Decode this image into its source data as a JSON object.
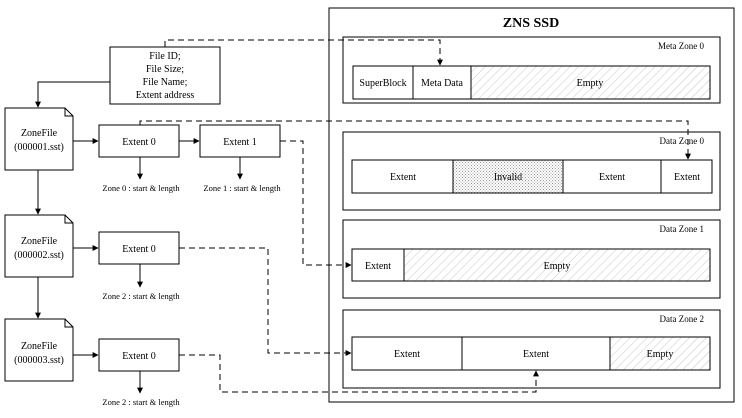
{
  "ssd": {
    "title": "ZNS SSD",
    "zones": [
      {
        "label": "Meta Zone 0",
        "cells": [
          {
            "label": "SuperBlock",
            "fill": "plain"
          },
          {
            "label": "Meta Data",
            "fill": "plain"
          },
          {
            "label": "Empty",
            "fill": "hatch"
          }
        ]
      },
      {
        "label": "Data Zone 0",
        "cells": [
          {
            "label": "Extent",
            "fill": "plain"
          },
          {
            "label": "Invalid",
            "fill": "dots"
          },
          {
            "label": "Extent",
            "fill": "plain"
          },
          {
            "label": "Extent",
            "fill": "plain"
          }
        ]
      },
      {
        "label": "Data Zone 1",
        "cells": [
          {
            "label": "Extent",
            "fill": "plain"
          },
          {
            "label": "Empty",
            "fill": "hatch"
          }
        ]
      },
      {
        "label": "Data Zone 2",
        "cells": [
          {
            "label": "Extent",
            "fill": "plain"
          },
          {
            "label": "Extent",
            "fill": "plain"
          },
          {
            "label": "Empty",
            "fill": "hatch"
          }
        ]
      }
    ]
  },
  "metadata_box": {
    "lines": [
      "File ID;",
      "File Size;",
      "File Name;",
      "Extent address"
    ]
  },
  "zonefiles": [
    {
      "name": "ZoneFile",
      "id": "(000001.sst)"
    },
    {
      "name": "ZoneFile",
      "id": "(000002.sst)"
    },
    {
      "name": "ZoneFile",
      "id": "(000003.sst)"
    }
  ],
  "extents": [
    {
      "label": "Extent 0",
      "caption": "Zone 0 : start & length"
    },
    {
      "label": "Extent 1",
      "caption": "Zone 1 : start & length"
    },
    {
      "label": "Extent 0",
      "caption": "Zone 2 : start & length"
    },
    {
      "label": "Extent 0",
      "caption": "Zone 2 : start & length"
    }
  ],
  "colors": {
    "line": "#000000",
    "hatch": "#c8c8c8",
    "dots": "#9a9a9a"
  }
}
